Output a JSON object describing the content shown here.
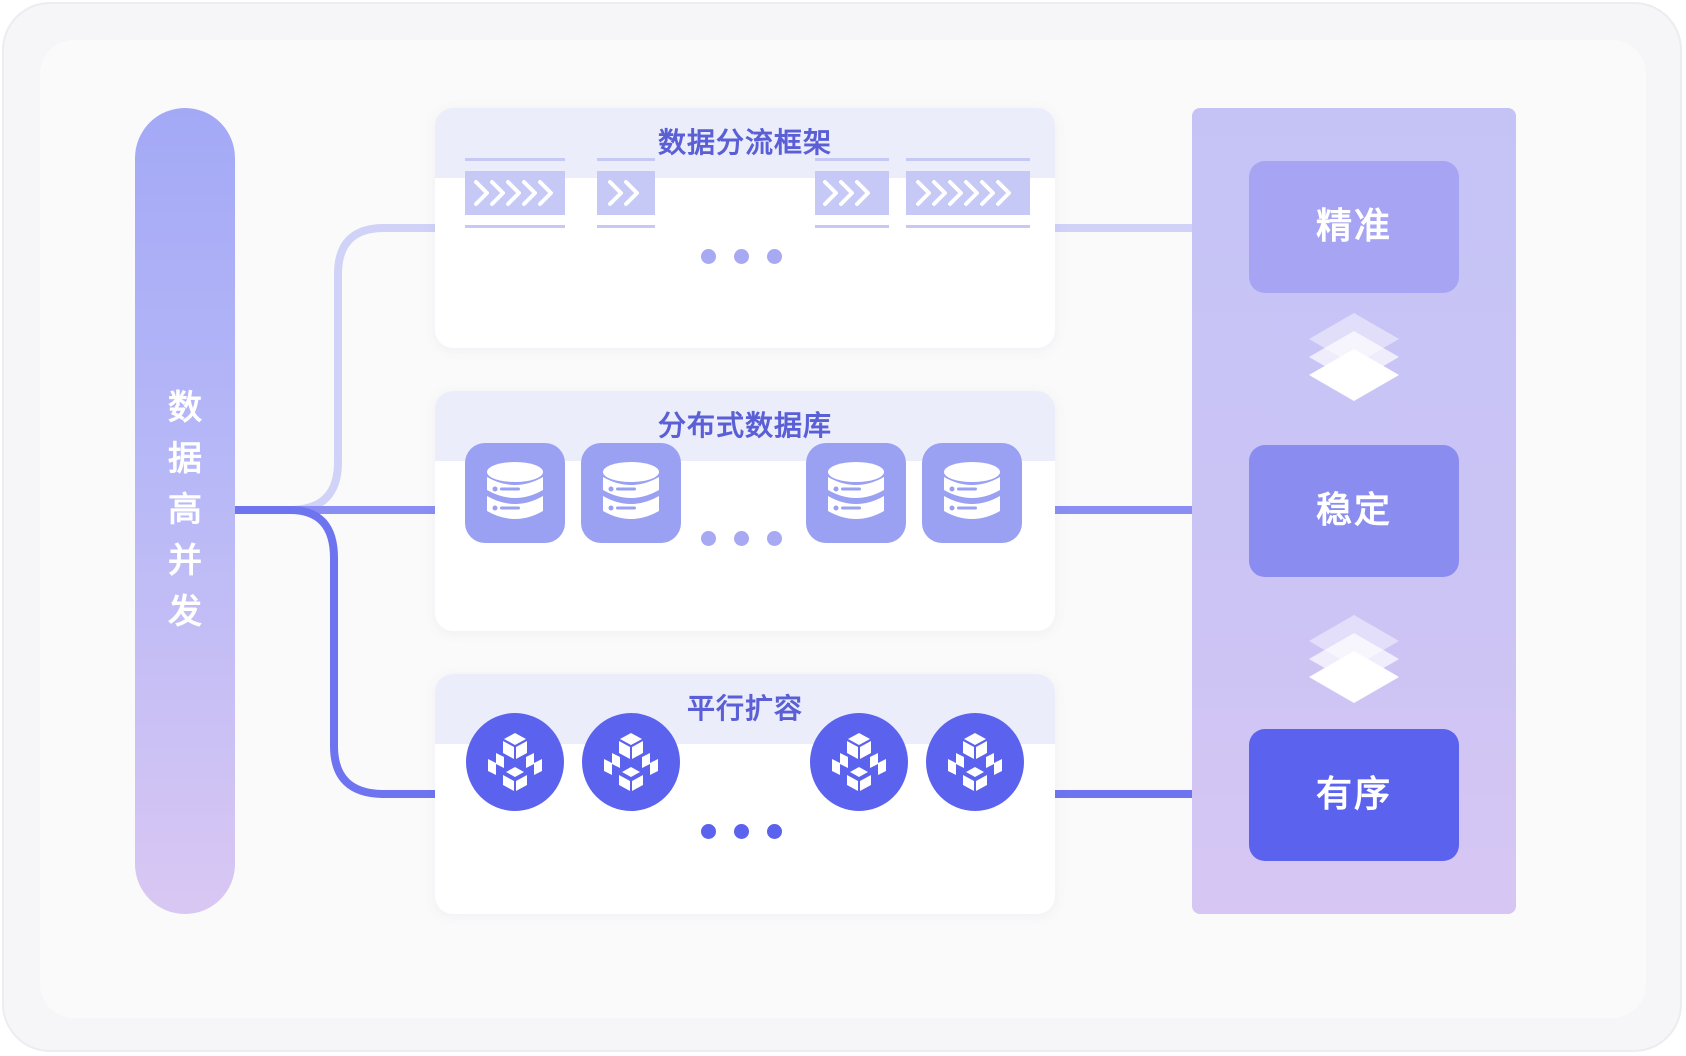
{
  "left_pill": {
    "chars": [
      "数",
      "据",
      "高",
      "并",
      "发"
    ]
  },
  "cards": [
    {
      "title": "数据分流框架"
    },
    {
      "title": "分布式数据库"
    },
    {
      "title": "平行扩容"
    }
  ],
  "right_panel": {
    "tiles": [
      {
        "label": "精准",
        "color": "#a7a4f3"
      },
      {
        "label": "稳定",
        "color": "#8a8cf0"
      },
      {
        "label": "有序",
        "color": "#5b62ee"
      }
    ]
  },
  "colors": {
    "accent": "#5b62ee",
    "accent_light": "#c6c8f6",
    "header_bg": "#ecedfb",
    "pill_gradient": [
      "#a4a9f6",
      "#d9c7f3"
    ]
  },
  "icons": [
    "chevrons-icon",
    "database-icon",
    "cube-cluster-icon",
    "stacked-layers-icon",
    "ellipsis-icon"
  ]
}
